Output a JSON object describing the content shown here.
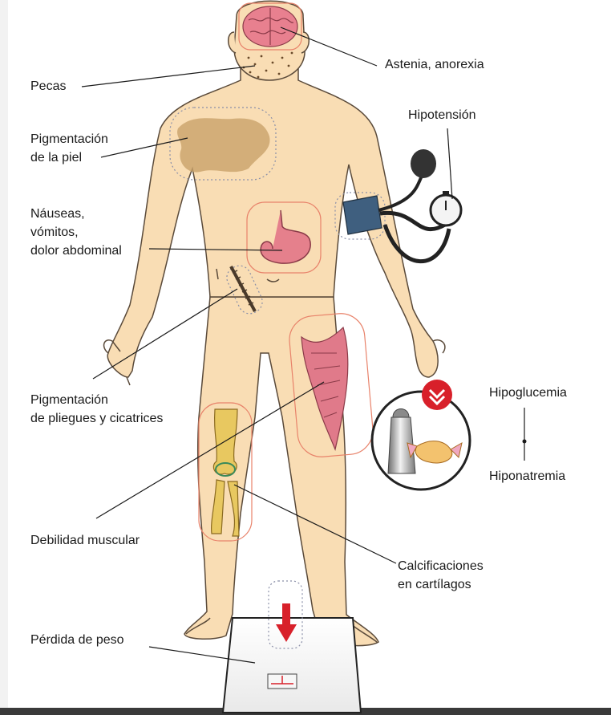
{
  "labels": {
    "astenia": "Astenia, anorexia",
    "pecas": "Pecas",
    "hipotension": "Hipotensión",
    "pigmentacion_piel": [
      "Pigmentación",
      "de la piel"
    ],
    "nauseas": [
      "Náuseas,",
      "vómitos,",
      "dolor abdominal"
    ],
    "pigmentacion_pliegues": [
      "Pigmentación",
      "de pliegues y cicatrices"
    ],
    "hipoglucemia": "Hipoglucemia",
    "hiponatremia": "Hiponatremia",
    "debilidad": "Debilidad muscular",
    "calcificaciones": [
      "Calcificaciones",
      "en cartílagos"
    ],
    "perdida_peso": "Pérdida de peso"
  },
  "colors": {
    "skin": "#f9ddb4",
    "skin_outline": "#5a4a3a",
    "brain": "#e8808f",
    "pigment": "#c9a36a",
    "highlight_box": "#e8826a",
    "dotted_box": "#8a8fa8",
    "cuff": "#3f5f7f",
    "arrow_red": "#d8202a",
    "muscle": "#e07a8a",
    "bone": "#e8c860"
  }
}
